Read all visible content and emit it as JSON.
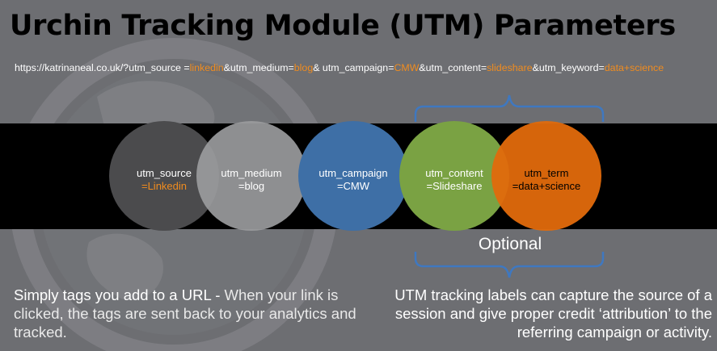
{
  "title": "Urchin Tracking Module (UTM) Parameters",
  "url": {
    "segments": [
      {
        "text": "https://katrinaneal.co.uk/?utm_source =",
        "highlight": false
      },
      {
        "text": "linkedin",
        "highlight": true
      },
      {
        "text": "&utm_medium=",
        "highlight": false
      },
      {
        "text": "blog",
        "highlight": true
      },
      {
        "text": "& utm_campaign=",
        "highlight": false
      },
      {
        "text": "CMW",
        "highlight": true
      },
      {
        "text": "&utm_content=",
        "highlight": false
      },
      {
        "text": "slideshare",
        "highlight": true
      },
      {
        "text": "&utm_keyword=",
        "highlight": false
      },
      {
        "text": "data+science",
        "highlight": true
      }
    ]
  },
  "circles": [
    {
      "key": "utm_source",
      "value": "=Linkedin",
      "color": "#4b4b4d"
    },
    {
      "key": "utm_medium",
      "value": "=blog",
      "color": "#9a9b9d"
    },
    {
      "key": "utm_campaign",
      "value": "=CMW",
      "color": "#3e6fa6"
    },
    {
      "key": "utm_content",
      "value": "=Slideshare",
      "color": "#7aa243"
    },
    {
      "key": "utm_term",
      "value": "=data+science",
      "color": "#e26a0c"
    }
  ],
  "optional_label": "Optional",
  "description_left": {
    "highlight": "Simply tags you add to a URL - ",
    "rest": "When your link is clicked, the tags are sent back to your analytics and tracked."
  },
  "description_right": {
    "part1": "UTM tracking labels can ",
    "part2": "capture the source",
    "part3": " of a session and give proper credit ‘attribution’ to the referring campaign or activity."
  },
  "colors": {
    "background": "#6d6e72",
    "band": "#000000",
    "accent_orange": "#f08c1f",
    "brace_blue": "#3f78c0"
  }
}
